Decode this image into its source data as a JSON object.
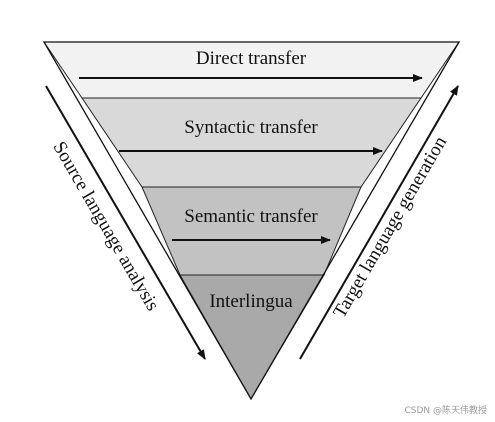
{
  "diagram": {
    "levels": [
      {
        "label": "Direct transfer",
        "fill": "#f2f2f2"
      },
      {
        "label": "Syntactic transfer",
        "fill": "#d9d9d9"
      },
      {
        "label": "Semantic transfer",
        "fill": "#c2c2c2"
      },
      {
        "label": "Interlingua",
        "fill": "#a9a9a9"
      }
    ],
    "left_arrow_label": "Source language analysis",
    "right_arrow_label": "Target language generation"
  },
  "watermark": "CSDN @陈天伟教授"
}
